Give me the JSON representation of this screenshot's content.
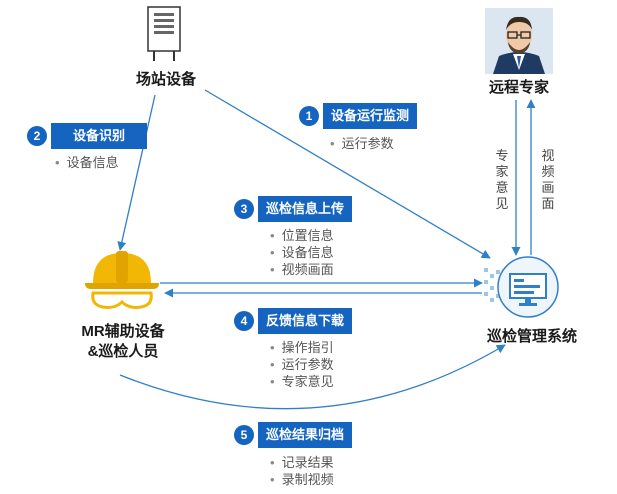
{
  "nodes": {
    "station": "场站设备",
    "expert": "远程专家",
    "mr_line1": "MR辅助设备",
    "mr_line2": "&巡检人员",
    "system": "巡检管理系统"
  },
  "steps": [
    {
      "num": "1",
      "title": "设备运行监测",
      "items": [
        "运行参数"
      ]
    },
    {
      "num": "2",
      "title": "设备识别",
      "items": [
        "设备信息"
      ]
    },
    {
      "num": "3",
      "title": "巡检信息上传",
      "items": [
        "位置信息",
        "设备信息",
        "视频画面"
      ]
    },
    {
      "num": "4",
      "title": "反馈信息下载",
      "items": [
        "操作指引",
        "运行参数",
        "专家意见"
      ]
    },
    {
      "num": "5",
      "title": "巡检结果归档",
      "items": [
        "记录结果",
        "录制视频"
      ]
    }
  ],
  "expert_links": {
    "down": "专家意见",
    "up": "视频画面"
  },
  "colors": {
    "accent": "#1565c0",
    "arrow": "#2f7fc9",
    "helmet": "#f2b705"
  }
}
